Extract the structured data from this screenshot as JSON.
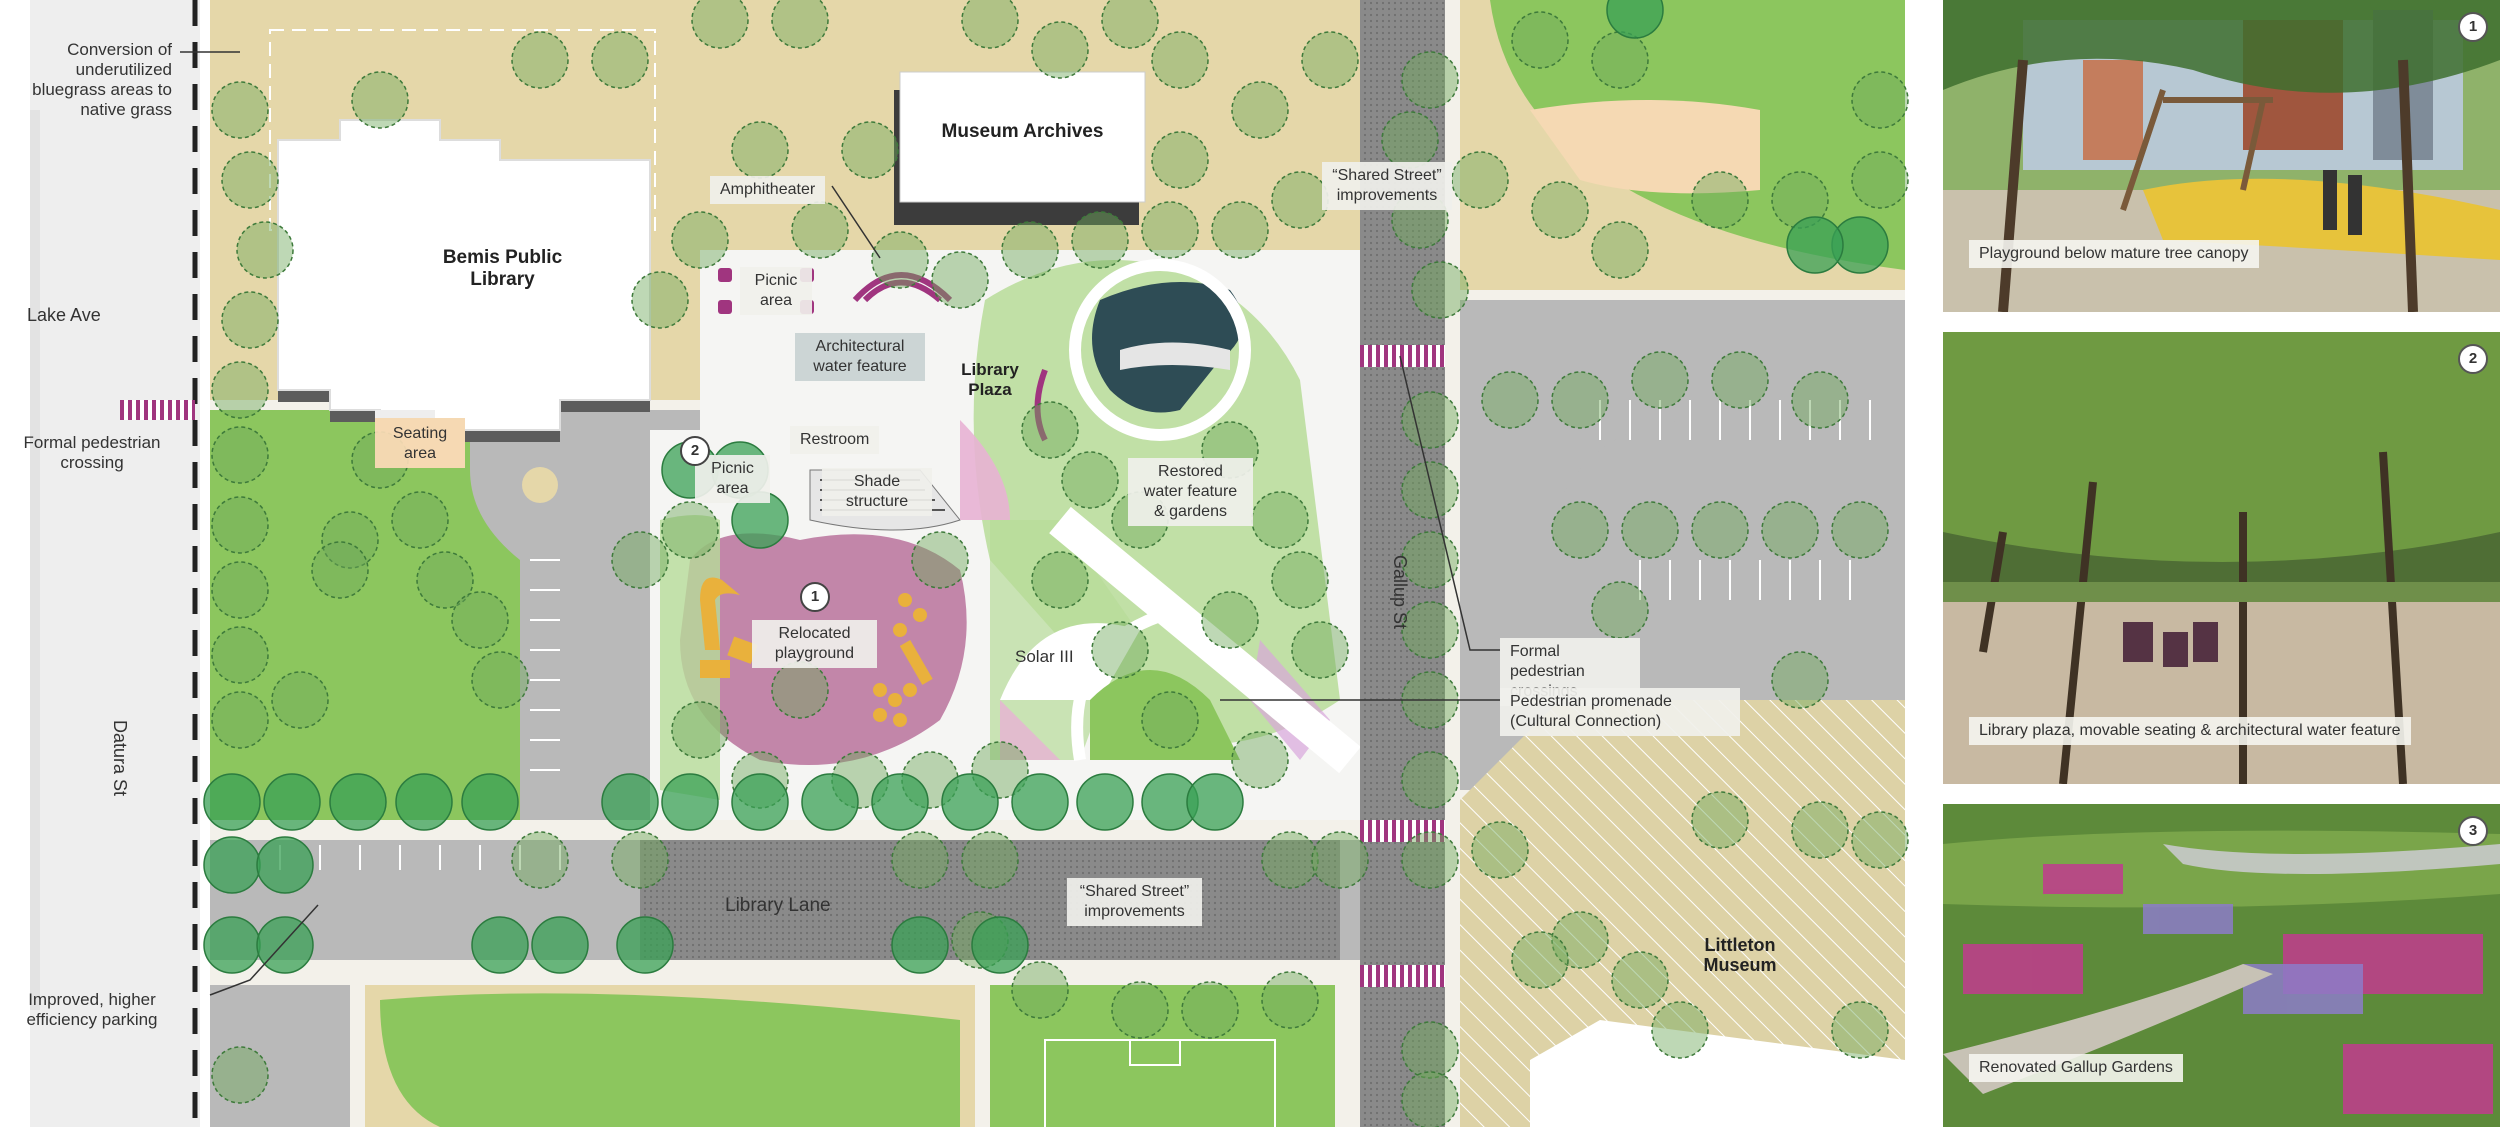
{
  "labels": {
    "conversion": "Conversion of underutilized bluegrass areas to native grass",
    "lake_ave": "Lake Ave",
    "formal_crossing_left": "Formal pedestrian crossing",
    "datura_st": "Datura St",
    "improved_parking": "Improved, higher efficiency parking",
    "bemis_library": "Bemis Public Library",
    "museum_archives": "Museum Archives",
    "amphitheater": "Amphitheater",
    "picnic_area_1": "Picnic area",
    "picnic_area_2": "Picnic area",
    "arch_water_feature": "Architectural water feature",
    "library_plaza": "Library Plaza",
    "restroom": "Restroom",
    "shade_structure": "Shade structure",
    "seating_area": "Seating area",
    "restored_water": "Restored water feature & gardens",
    "relocated_playground": "Relocated playground",
    "solar_iii": "Solar III",
    "shared_street_top": "“Shared Street” improvements",
    "shared_street_bottom": "“Shared Street” improvements",
    "gallup_st": "Gallup St",
    "formal_crossings_right": "Formal pedestrian crossings",
    "promenade": "Pedestrian promenade (Cultural Connection)",
    "library_lane": "Library Lane",
    "littleton_museum": "Littleton Museum"
  },
  "badges": {
    "one": "1",
    "two": "2"
  },
  "photos": [
    {
      "number": "1",
      "caption": "Playground below mature tree canopy"
    },
    {
      "number": "2",
      "caption": "Library plaza, movable seating & architectural water feature"
    },
    {
      "number": "3",
      "caption": "Renovated Gallup Gardens"
    }
  ],
  "colors": {
    "native_grass": "#e5d7a9",
    "lawn": "#8cc65e",
    "road": "#b9b9b9",
    "building": "#ffffff",
    "accent_magenta": "#a0357f",
    "playground": "#e9b13c",
    "tree": "#6fa85a"
  }
}
